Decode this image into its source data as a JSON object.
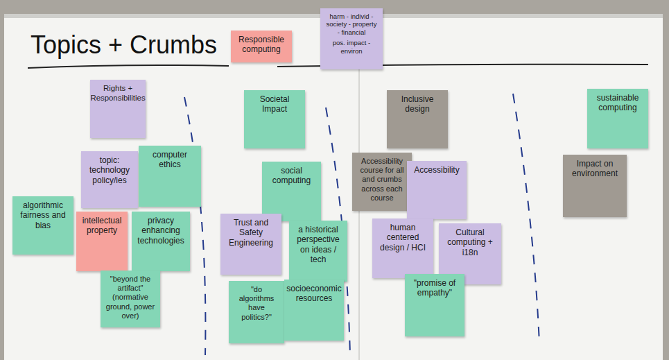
{
  "diagram": {
    "title": "Topics + Crumbs",
    "nodes": [
      {
        "text": [
          "Responsible computing"
        ]
      },
      {
        "text": [
          "harm - individ - society - property - financial",
          "pos. impact - environ"
        ]
      },
      {
        "text": [
          "Rights + Responsibilities"
        ]
      },
      {
        "text": [
          "topic: technology policy/ies"
        ]
      },
      {
        "text": [
          "computer ethics"
        ]
      },
      {
        "text": [
          "algorithmic fairness and bias"
        ]
      },
      {
        "text": [
          "intellectual property"
        ]
      },
      {
        "text": [
          "privacy enhancing technologies"
        ]
      },
      {
        "text": [
          "\"beyond the artifact\" (normative ground, power over)"
        ]
      },
      {
        "text": [
          "Societal Impact"
        ]
      },
      {
        "text": [
          "social computing"
        ]
      },
      {
        "text": [
          "Trust and Safety Engineering"
        ]
      },
      {
        "text": [
          "a historical perspective on ideas / tech"
        ]
      },
      {
        "text": [
          "\"do algorithms have politics?\""
        ]
      },
      {
        "text": [
          "socioeconomic resources"
        ]
      },
      {
        "text": [
          "Inclusive design"
        ]
      },
      {
        "text": [
          "Accessibility course for all and crumbs across each course"
        ]
      },
      {
        "text": [
          "Accessibility"
        ]
      },
      {
        "text": [
          "human centered design / HCI"
        ]
      },
      {
        "text": [
          "Cultural computing + i18n"
        ]
      },
      {
        "text": [
          "\"promise of empathy\""
        ]
      },
      {
        "text": [
          "sustainable computing"
        ]
      },
      {
        "text": [
          "Impact on environment"
        ]
      }
    ]
  }
}
